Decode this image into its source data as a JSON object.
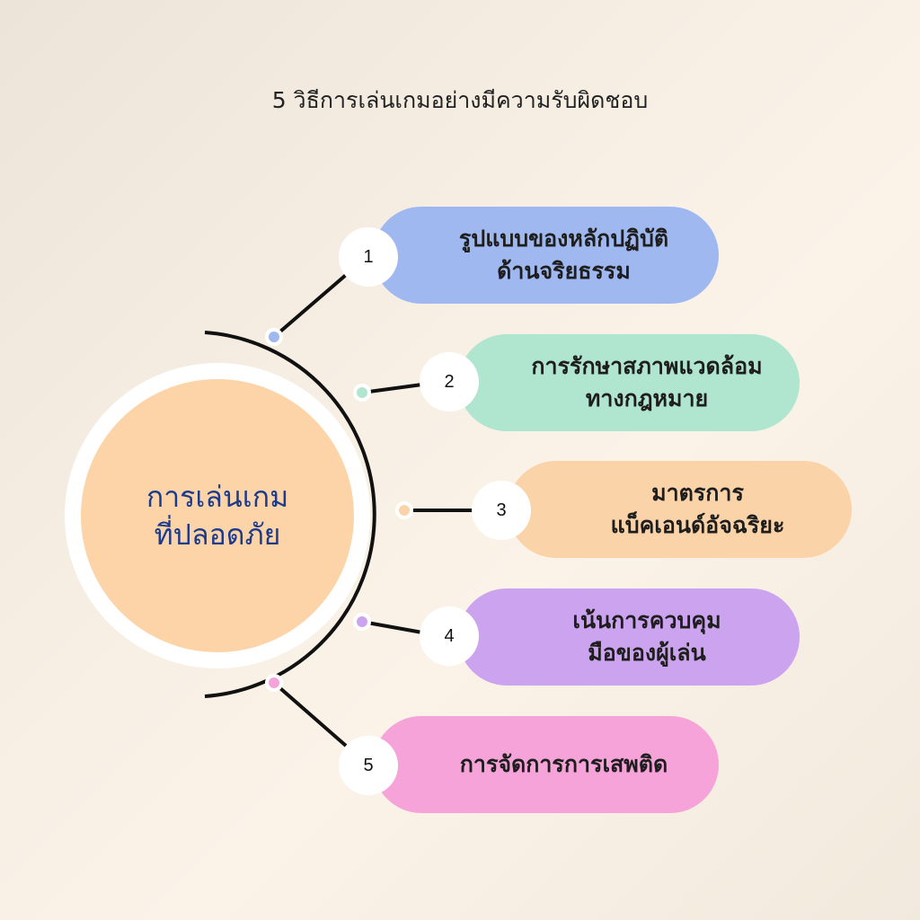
{
  "title": "5 วิธีการเล่นเกมอย่างมีความรับผิดชอบ",
  "center": {
    "line1": "การเล่นเกม",
    "line2": "ที่ปลอดภัย",
    "color": "#1d3b8c"
  },
  "items": [
    {
      "number": "1",
      "line1": "รูปแบบของหลักปฏิบัติ",
      "line2": "ด้านจริยธรรม",
      "color": "#9fb8f0"
    },
    {
      "number": "2",
      "line1": "การรักษาสภาพแวดล้อม",
      "line2": "ทางกฎหมาย",
      "color": "#b0e5cf"
    },
    {
      "number": "3",
      "line1": "มาตรการ",
      "line2": "แบ็คเอนด์อัจฉริยะ",
      "color": "#fbd3a8"
    },
    {
      "number": "4",
      "line1": "เน้นการควบคุม",
      "line2": "มือของผู้เล่น",
      "color": "#cca3ee"
    },
    {
      "number": "5",
      "line1": "การจัดการการเสพติด",
      "line2": "",
      "color": "#f5a3d8"
    }
  ]
}
